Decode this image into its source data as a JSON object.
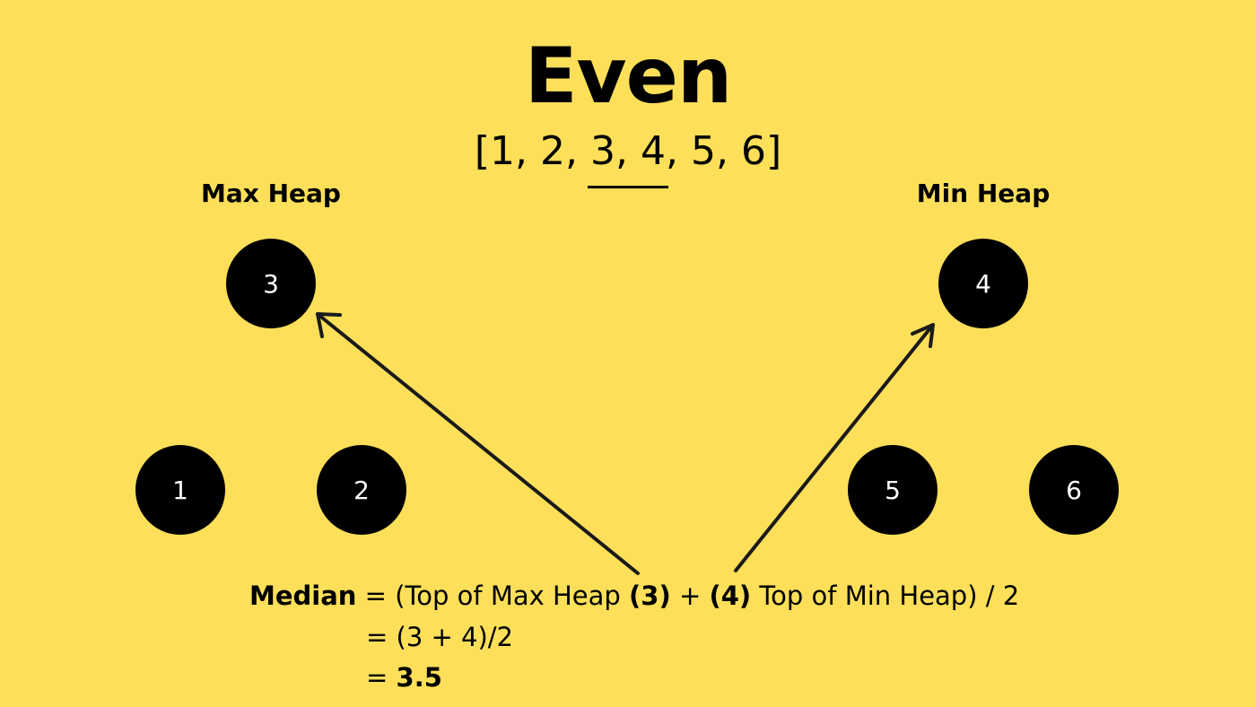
{
  "title": "Even",
  "array": {
    "open_bracket": "[",
    "items": [
      "1",
      "2",
      "3",
      "4",
      "5",
      "6"
    ],
    "separator": ", ",
    "close_bracket": "]",
    "middle_items": [
      "3",
      "4"
    ]
  },
  "max_heap": {
    "label": "Max Heap",
    "top": "3",
    "children": [
      "1",
      "2"
    ]
  },
  "min_heap": {
    "label": "Min Heap",
    "top": "4",
    "children": [
      "5",
      "6"
    ]
  },
  "formula": {
    "line1": {
      "term": "Median",
      "eq_open": " = (Top of Max Heap ",
      "max_val": "(3)",
      "plus": " + ",
      "min_val": "(4)",
      "tail": " Top of Min Heap) / 2"
    },
    "line2": "= (3 + 4)/2",
    "line3": {
      "eq": "= ",
      "result": "3.5"
    }
  },
  "colors": {
    "background": "#fddf5a",
    "node_fill": "#000000",
    "node_text": "#ffffff",
    "arrow": "#1a1a1a"
  }
}
